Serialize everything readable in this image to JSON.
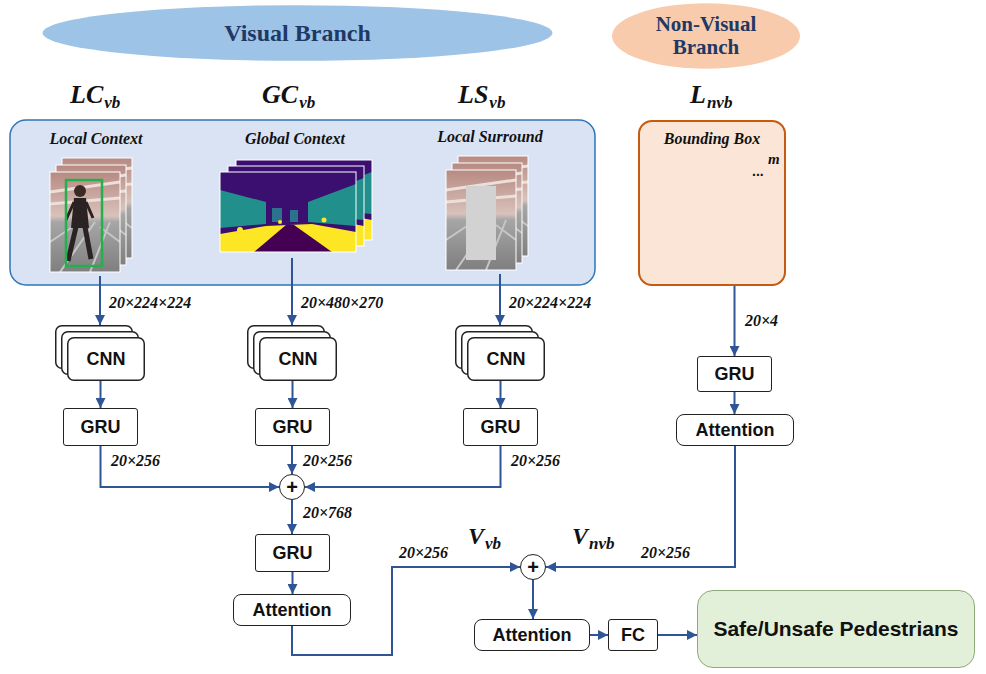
{
  "diagram": {
    "nodes": [
      {
        "text": [
          "Visual Branch"
        ]
      },
      {
        "text": [
          "Non-Visual Branch"
        ]
      },
      {
        "text": [
          "Local Context"
        ]
      },
      {
        "text": [
          "Global Context"
        ]
      },
      {
        "text": [
          "Local Surround"
        ]
      },
      {
        "text": [
          "Bounding Box"
        ]
      },
      {
        "text": [
          "CNN"
        ]
      },
      {
        "text": [
          "CNN"
        ]
      },
      {
        "text": [
          "CNN"
        ]
      },
      {
        "text": [
          "GRU"
        ]
      },
      {
        "text": [
          "GRU"
        ]
      },
      {
        "text": [
          "GRU"
        ]
      },
      {
        "text": [
          "GRU"
        ]
      },
      {
        "text": [
          "Attention"
        ]
      },
      {
        "text": [
          "+"
        ]
      },
      {
        "text": [
          "GRU"
        ]
      },
      {
        "text": [
          "Attention"
        ]
      },
      {
        "text": [
          "+"
        ]
      },
      {
        "text": [
          "Attention"
        ]
      },
      {
        "text": [
          "FC"
        ]
      },
      {
        "text": [
          "Safe/Unsafe Pedestrians"
        ]
      }
    ],
    "edges": [
      {
        "from": 2,
        "to": 6,
        "arrow": "to",
        "label": "20×224×224"
      },
      {
        "from": 3,
        "to": 7,
        "arrow": "to",
        "label": "20×480×270"
      },
      {
        "from": 4,
        "to": 8,
        "arrow": "to",
        "label": "20×224×224"
      },
      {
        "from": 5,
        "to": 9,
        "arrow": "to",
        "label": "20×4"
      },
      {
        "from": 6,
        "to": 10,
        "arrow": "to"
      },
      {
        "from": 7,
        "to": 11,
        "arrow": "to"
      },
      {
        "from": 8,
        "to": 12,
        "arrow": "to"
      },
      {
        "from": 9,
        "to": 13,
        "arrow": "to"
      },
      {
        "from": 10,
        "to": 14,
        "arrow": "to",
        "label": "20×256"
      },
      {
        "from": 11,
        "to": 14,
        "arrow": "to",
        "label": "20×256"
      },
      {
        "from": 12,
        "to": 14,
        "arrow": "to",
        "label": "20×256"
      },
      {
        "from": 14,
        "to": 15,
        "arrow": "to",
        "label": "20×768"
      },
      {
        "from": 15,
        "to": 16,
        "arrow": "to"
      },
      {
        "from": 16,
        "to": 17,
        "arrow": "to",
        "label": "20×256"
      },
      {
        "from": 13,
        "to": 17,
        "arrow": "to",
        "label": "20×256"
      },
      {
        "from": 17,
        "to": 18,
        "arrow": "to"
      },
      {
        "from": 18,
        "to": 19,
        "arrow": "to"
      },
      {
        "from": 19,
        "to": 20,
        "arrow": "to"
      }
    ],
    "labels": [
      "LC",
      "vb",
      "GC",
      "vb",
      "LS",
      "vb",
      "L",
      "nvb",
      "...",
      "m",
      "V",
      "vb",
      "V",
      "nvb"
    ]
  }
}
